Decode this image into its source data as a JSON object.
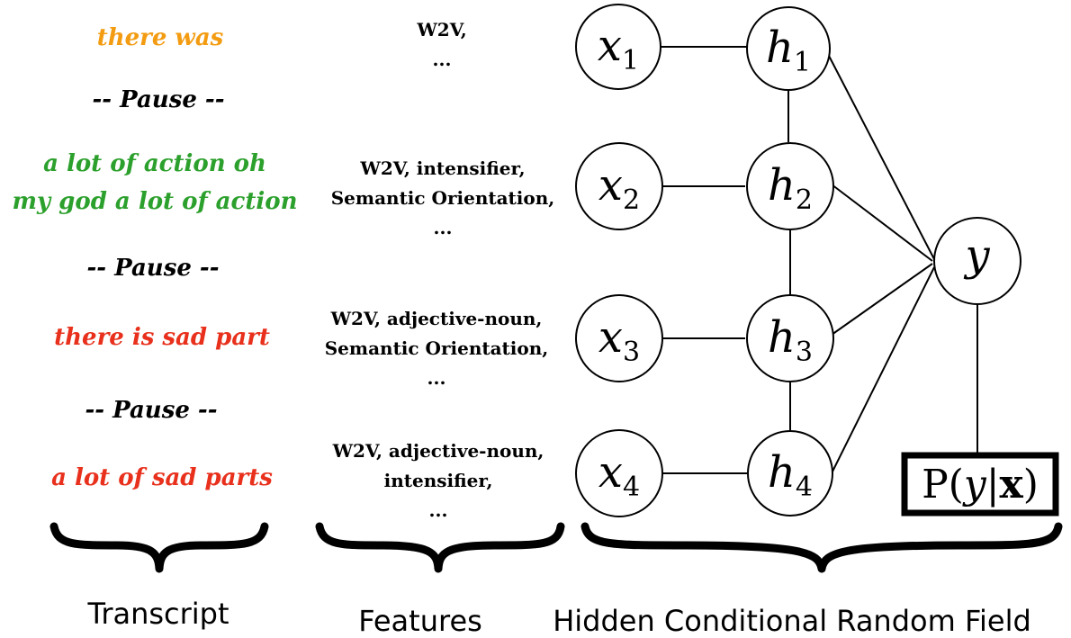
{
  "transcript": {
    "caption": "Transcript",
    "segments": [
      {
        "lines": [
          "there was"
        ],
        "color": "#f39c12"
      },
      {
        "lines": [
          "-- Pause --"
        ],
        "color": "#000000"
      },
      {
        "lines": [
          "a lot of action oh",
          "my god a lot of action"
        ],
        "color": "#2ca02c"
      },
      {
        "lines": [
          "-- Pause --"
        ],
        "color": "#000000"
      },
      {
        "lines": [
          "there is sad part"
        ],
        "color": "#e8301c"
      },
      {
        "lines": [
          "-- Pause --"
        ],
        "color": "#000000"
      },
      {
        "lines": [
          "a lot of sad parts"
        ],
        "color": "#e8301c"
      }
    ]
  },
  "features": {
    "caption": "Features",
    "groups": [
      [
        "W2V,",
        "..."
      ],
      [
        "W2V, intensifier,",
        "Semantic Orientation,",
        "..."
      ],
      [
        "W2V, adjective-noun,",
        "Semantic Orientation,",
        "..."
      ],
      [
        "W2V, adjective-noun,",
        "intensifier,",
        "..."
      ]
    ]
  },
  "hcrf": {
    "caption": "Hidden Conditional Random Field",
    "x_nodes": [
      {
        "var": "x",
        "sub": "1"
      },
      {
        "var": "x",
        "sub": "2"
      },
      {
        "var": "x",
        "sub": "3"
      },
      {
        "var": "x",
        "sub": "4"
      }
    ],
    "h_nodes": [
      {
        "var": "h",
        "sub": "1"
      },
      {
        "var": "h",
        "sub": "2"
      },
      {
        "var": "h",
        "sub": "3"
      },
      {
        "var": "h",
        "sub": "4"
      }
    ],
    "y_node": {
      "var": "y"
    },
    "output": {
      "prefix": "P(",
      "var": "y",
      "bar": "|",
      "bold": "x",
      "suffix": ")"
    }
  }
}
